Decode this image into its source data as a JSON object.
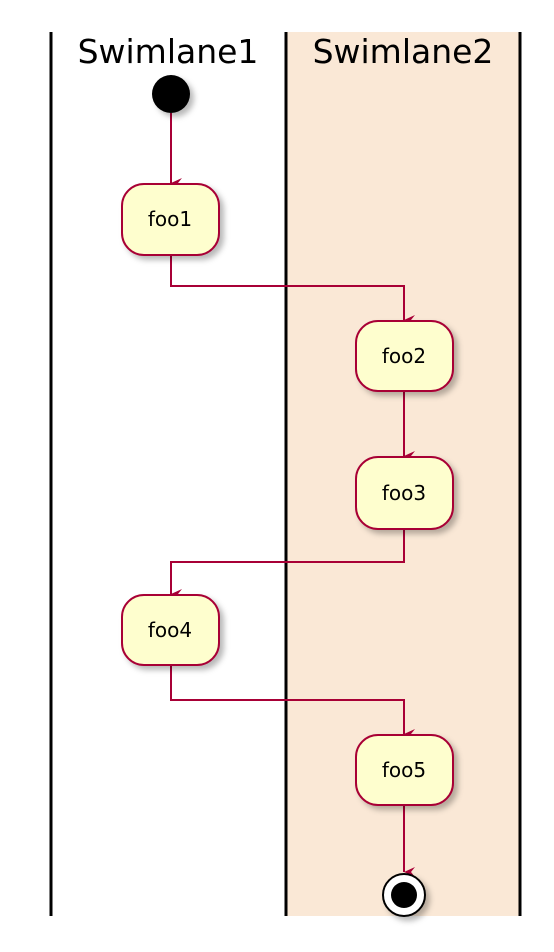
{
  "lanes": [
    {
      "title": "Swimlane1"
    },
    {
      "title": "Swimlane2"
    }
  ],
  "activities": [
    {
      "id": "foo1",
      "label": "foo1",
      "lane": 0
    },
    {
      "id": "foo2",
      "label": "foo2",
      "lane": 1
    },
    {
      "id": "foo3",
      "label": "foo3",
      "lane": 1
    },
    {
      "id": "foo4",
      "label": "foo4",
      "lane": 0
    },
    {
      "id": "foo5",
      "label": "foo5",
      "lane": 1
    }
  ],
  "colors": {
    "lane2_background": "#FAE8D6",
    "activity_fill": "#FEFECE",
    "activity_border": "#A80036",
    "arrow": "#A80036",
    "start_node": "#000000",
    "lane_border": "#000000"
  }
}
